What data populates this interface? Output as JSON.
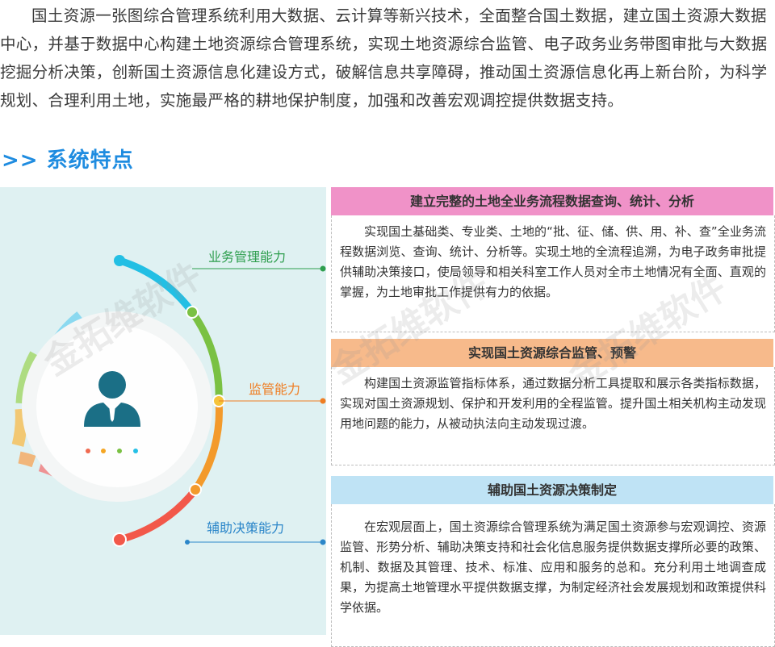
{
  "intro": "国土资源一张图综合管理系统利用大数据、云计算等新兴技术，全面整合国土数据，建立国土资源大数据中心，并基于数据中心构建土地资源综合管理系统，实现土地资源综合监管、电子政务业务带图审批与大数据挖掘分析决策，创新国土资源信息化建设方式，破解信息共享障碍，推动国土资源信息化再上新台阶，为科学规划、合理利用土地，实施最严格的耕地保护制度，加强和改善宏观调控提供数据支持。",
  "section_title": ">> 系统特点",
  "abilities": [
    {
      "label": "业务管理能力",
      "color": "#2e9e4e"
    },
    {
      "label": "监管能力",
      "color": "#ef7d22"
    },
    {
      "label": "辅助决策能力",
      "color": "#2b86c9"
    }
  ],
  "cards": [
    {
      "title": "建立完整的土地全业务流程数据查询、统计、分析",
      "header_color": "#f092c8",
      "body": "实现国土基础类、专业类、土地的“批、征、储、供、用、补、查”全业务流程数据浏览、查询、统计、分析等。实现土地的全流程追溯，为电子政务审批提供辅助决策接口，使局领导和相关科室工作人员对全市土地情况有全面、直观的掌握，为土地审批工作提供有力的依据。"
    },
    {
      "title": "实现国土资源综合监管、预警",
      "header_color": "#f7ba8b",
      "body": "构建国土资源监管指标体系，通过数据分析工具提取和展示各类指标数据，实现对国土资源规划、保护和开发利用的全程监管。提升国土相关机构主动发现用地问题的能力，从被动执法向主动发现过渡。"
    },
    {
      "title": "辅助国土资源决策制定",
      "header_color": "#bfe3f5",
      "body": "在宏观层面上，国土资源综合管理系统为满足国土资源参与宏观调控、资源监管、形势分析、辅助决策支持和社会化信息服务提供数据支撑所必要的政策、机制、数据及其管理、技术、标准、应用和服务的总和。充分利用土地调查成果，为提高土地管理水平提供数据支撑，为制定经济社会发展规划和政策提供科学依据。"
    }
  ],
  "watermark": "金拓维软件",
  "colors": {
    "accent_blue": "#1f8ce0",
    "panel_bg": "#dff1f2",
    "dot_colors": [
      "#f06a50",
      "#f5a623",
      "#7ac143",
      "#26c0e6"
    ]
  }
}
